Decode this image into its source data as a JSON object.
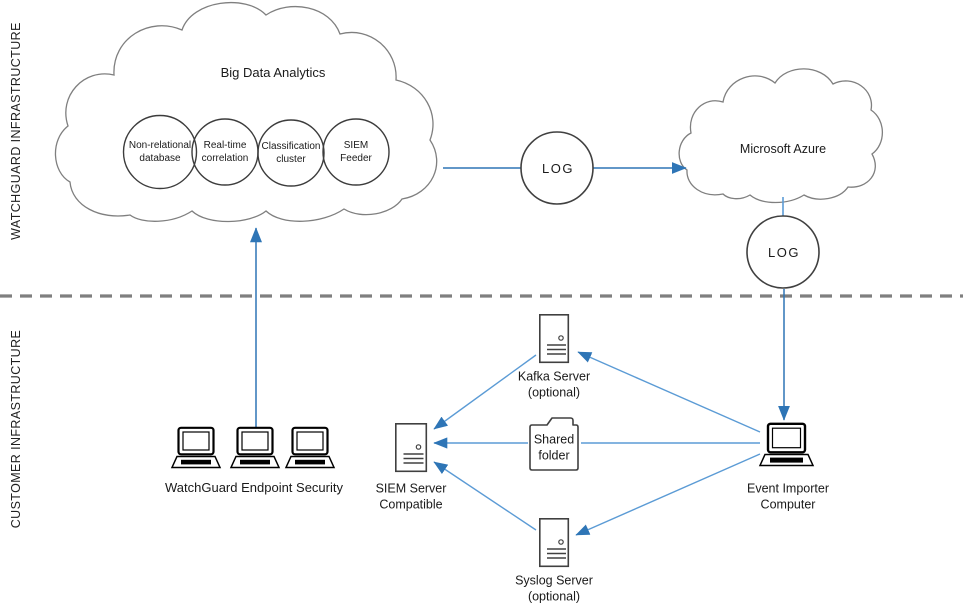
{
  "diagram": {
    "zones": {
      "watchguard_label": "WATCHGUARD INFRASTRUCTURE",
      "customer_label": "CUSTOMER INFRASTRUCTURE"
    },
    "big_data_cloud": {
      "title": "Big Data Analytics",
      "circles": [
        {
          "label": "Non-relational\ndatabase"
        },
        {
          "label": "Real-time\ncorrelation"
        },
        {
          "label": "Classification\ncluster"
        },
        {
          "label": "SIEM\nFeeder"
        }
      ]
    },
    "log_nodes": [
      {
        "label": "LOG"
      },
      {
        "label": "LOG"
      }
    ],
    "azure_cloud": {
      "label": "Microsoft Azure"
    },
    "endpoint_security": {
      "label": "WatchGuard Endpoint Security"
    },
    "siem_server": {
      "label": "SIEM Server\nCompatible"
    },
    "kafka_server": {
      "label": "Kafka Server\n(optional)"
    },
    "shared_folder": {
      "label": "Shared\nfolder"
    },
    "syslog_server": {
      "label": "Syslog Server\n(optional)"
    },
    "event_importer": {
      "label": "Event Importer\nComputer"
    },
    "colors": {
      "flow_arrow": "#2E75B6",
      "connector_light": "#5B9BD5",
      "cloud_outline": "#7F7F7F",
      "shape_outline": "#404040",
      "divider": "#7F7F7F"
    }
  }
}
